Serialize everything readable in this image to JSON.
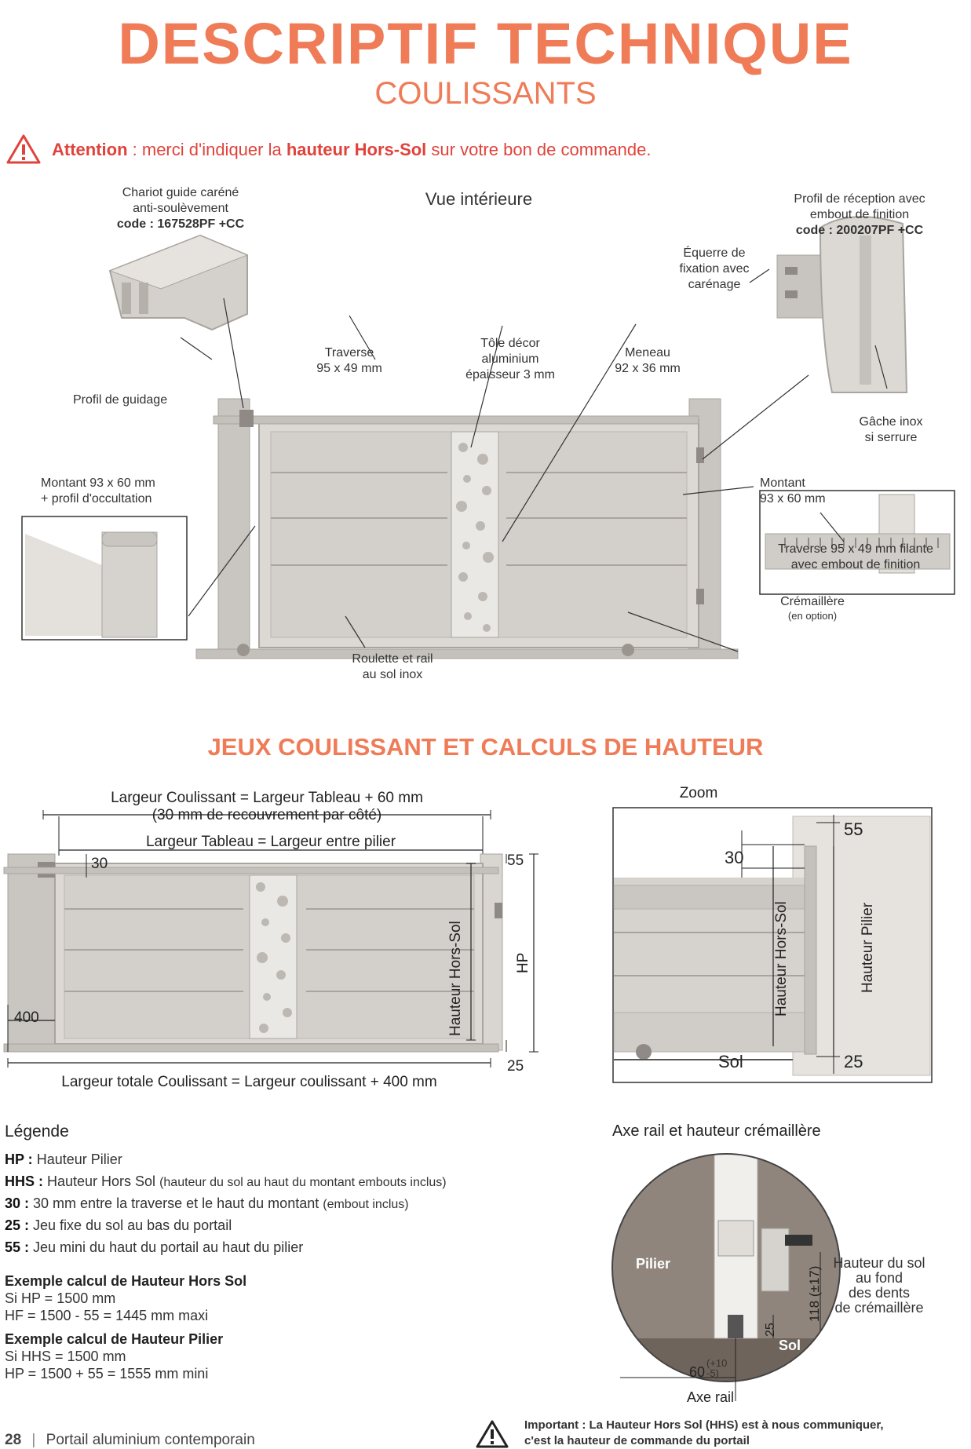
{
  "header": {
    "title": "DESCRIPTIF TECHNIQUE",
    "subtitle": "COULISSANTS"
  },
  "attention": {
    "label": "Attention",
    "text_before": " : merci d'indiquer la ",
    "highlight": "hauteur Hors-Sol",
    "text_after": " sur votre bon de commande."
  },
  "interior": {
    "view_title": "Vue intérieure",
    "chariot": {
      "label": "Chariot guide caréné\nanti-soulèvement",
      "code": "code : 167528PF +CC"
    },
    "profil_reception": {
      "label": "Profil de réception avec\nembout de finition",
      "code": "code : 200207PF +CC"
    },
    "equerre": "Équerre de\nfixation avec\ncarénage",
    "traverse": "Traverse\n95 x 49 mm",
    "tole": "Tôle décor\naluminium\népaisseur 3 mm",
    "meneau": "Meneau\n92 x 36 mm",
    "profil_guidage": "Profil de guidage",
    "gache": "Gâche inox\nsi serrure",
    "montant_left": "Montant 93 x 60 mm\n+ profil d'occultation",
    "montant_right": "Montant\n93 x 60 mm",
    "traverse_filante": "Traverse 95 x 49 mm filante\navec embout de finition",
    "cremaillere": "Crémaillère",
    "cremaillere_option": "(en option)",
    "roulette": "Roulette et rail\nau sol inox"
  },
  "jeux": {
    "title": "JEUX COULISSANT ET CALCULS DE HAUTEUR",
    "largeur_coulissant": "Largeur Coulissant = Largeur Tableau + 60 mm",
    "recouvrement": "(30 mm de recouvrement par côté)",
    "largeur_tableau": "Largeur Tableau = Largeur entre pilier",
    "dim_30": "30",
    "dim_55": "55",
    "dim_hp": "HP",
    "dim_hhs": "Hauteur Hors-Sol",
    "dim_400": "400",
    "dim_25": "25",
    "largeur_totale": "Largeur totale Coulissant = Largeur coulissant + 400 mm"
  },
  "zoom": {
    "title": "Zoom",
    "dim_30": "30",
    "dim_55": "55",
    "hhs": "Hauteur Hors-Sol",
    "pilier": "Hauteur Pilier",
    "sol": "Sol",
    "dim_25": "25"
  },
  "legend": {
    "title": "Légende",
    "items": [
      {
        "key": "HP :",
        "text": " Hauteur Pilier",
        "small": ""
      },
      {
        "key": "HHS :",
        "text": " Hauteur Hors Sol ",
        "small": "(hauteur du sol au haut du montant embouts inclus)"
      },
      {
        "key": "30 :",
        "text": " 30 mm entre la traverse et le haut du montant ",
        "small": "(embout inclus)"
      },
      {
        "key": "25 :",
        "text": " Jeu fixe du sol au bas du portail",
        "small": ""
      },
      {
        "key": "55 :",
        "text": " Jeu mini du haut du portail au haut du pilier",
        "small": ""
      }
    ]
  },
  "examples": [
    {
      "title": "Exemple calcul de Hauteur Hors Sol",
      "lines": [
        "Si HP = 1500 mm",
        "HF = 1500 - 55 = 1445 mm maxi"
      ]
    },
    {
      "title": "Exemple calcul de Hauteur Pilier",
      "lines": [
        "Si HHS = 1500 mm",
        "HP = 1500 + 55 = 1555 mm mini"
      ]
    }
  ],
  "axe": {
    "title": "Axe rail et hauteur crémaillère",
    "pilier": "Pilier",
    "dim_118": "118 (±17)",
    "hauteur_sol": "Hauteur du sol\nau fond\ndes dents\nde crémaillère",
    "dim_25": "25",
    "sol": "Sol",
    "dim_60": "60",
    "tol_plus": "(+10",
    "tol_minus": "-5)",
    "axe_rail": "Axe rail"
  },
  "footer": {
    "page": "28",
    "separator": "|",
    "doc": "Portail aluminium contemporain",
    "important_line1": "Important : La Hauteur Hors Sol (HHS) est à nous communiquer,",
    "important_line2": "c'est la hauteur de commande du portail"
  },
  "colors": {
    "accent": "#ef7b57",
    "warning": "#e0433b",
    "gate": "#d6d2cd",
    "gate_dark": "#b9b4ae",
    "floor": "#6f645c"
  }
}
